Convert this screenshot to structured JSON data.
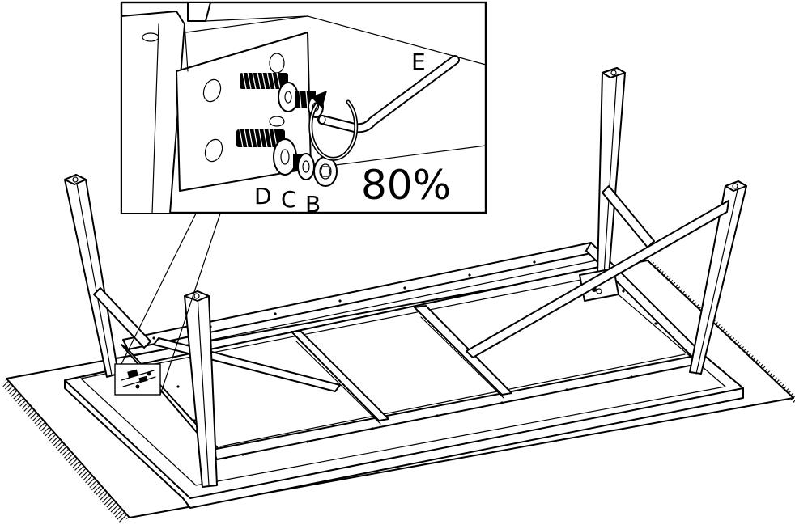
{
  "callout": {
    "part_labels": {
      "b": "B",
      "c": "C",
      "d": "D",
      "e": "E"
    },
    "tighten_percent": "80%"
  },
  "icons": {
    "rotation_arrow": "clockwise-arrow-icon"
  }
}
